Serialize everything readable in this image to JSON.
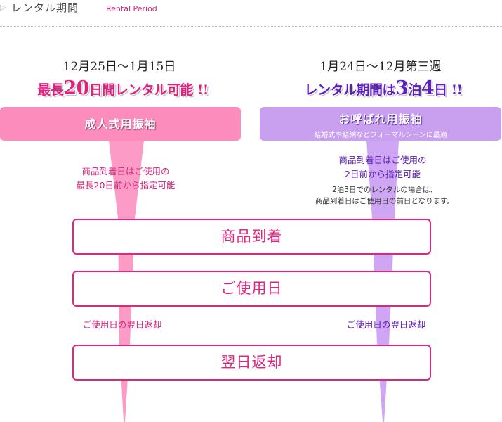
{
  "header": {
    "chevron_icon": "chevron-right-icon",
    "title": "レンタル期間",
    "subtitle": "Rental Period"
  },
  "colors": {
    "pink": "#fc8cbc",
    "pink_text": "#e0227f",
    "purple": "#c99ff0",
    "purple_text": "#5e1fc1"
  },
  "left": {
    "date": "12月25日〜1月15日",
    "headline_pre": "最長",
    "headline_num": "20",
    "headline_post": "日間レンタル可能 !!",
    "category": "成人式用振袖",
    "note_line1": "商品到着日はご使用の",
    "note_line2": "最長20日前から指定可能",
    "return_note": "ご使用日の翌日返却"
  },
  "right": {
    "date": "1月24日〜12月第三週",
    "headline_pre": "レンタル期間は",
    "headline_num1": "3",
    "headline_mid": "泊",
    "headline_num2": "4",
    "headline_post": "日 !!",
    "category": "お呼ばれ用振袖",
    "category_sub": "結婚式や結納などフォーマルシーンに最適",
    "note_line1": "商品到着日はご使用の",
    "note_line2": "2日前から指定可能",
    "small_line1": "2泊3日でのレンタルの場合は、",
    "small_line2": "商品到着日はご使用日の前日となります。",
    "return_note": "ご使用日の翌日返却"
  },
  "steps": {
    "arrival": "商品到着",
    "use_day": "ご使用日",
    "return": "翌日返却"
  }
}
